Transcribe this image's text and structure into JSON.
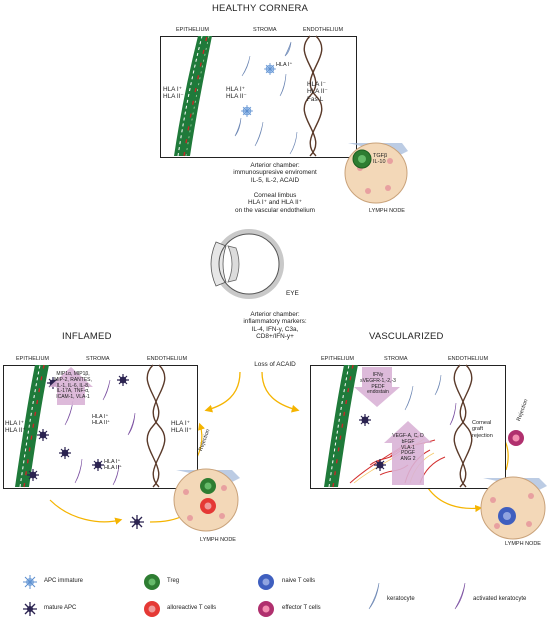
{
  "titles": {
    "healthy": "HEALTHY CORNERA",
    "inflamed": "INFLAMED",
    "vascularized": "VASCULARIZED"
  },
  "healthy": {
    "epithelium": "EPITHELIUM",
    "stroma": "STROMA",
    "endothelium": "ENDOTHELIUM",
    "hla_epi": [
      "HLA I⁺",
      "HLA II⁻"
    ],
    "hla_stroma_apc": "HLA I⁺",
    "hla_stroma": [
      "HLA I⁺",
      "HLA II⁻"
    ],
    "hla_endo": [
      "HLA I⁻",
      "HLA II⁻",
      "Fas-L"
    ],
    "lymph_node_cytokines": [
      "TGFβ",
      "IL-10"
    ],
    "lymph_node": "LYMPH NODE"
  },
  "center": {
    "ac_healthy": [
      "Arterior chamber:",
      "immunosupresive enviroment",
      "IL-5, IL-2, ACAID"
    ],
    "limbus": [
      "Corneal limbus",
      "HLA I⁺ and HLA II⁺",
      "on the vascular endothelium"
    ],
    "eye": "EYE",
    "ac_inflamed": [
      "Arterior chamber:",
      "inflammatory markers:",
      "IL-4, IFN-y, C3a,",
      "CD8+/IFN-y+"
    ],
    "loss": "Loss of ACAID"
  },
  "inflamed": {
    "epithelium": "EPITHELIUM",
    "stroma": "STROMA",
    "endothelium": "ENDOTHELIUM",
    "cytokines": [
      "MIP1α, MIP1β,",
      "MIP-2, RANTES,",
      "IL-1, IL-6, IL-8,",
      "IL-17A, TNF-α,",
      "ICAM-1, VLA-1"
    ],
    "hla_epi": [
      "HLA I⁺",
      "HLA II⁺"
    ],
    "hla_stroma_1": [
      "HLA I⁺",
      "HLA II⁺"
    ],
    "hla_stroma_2": [
      "HLA I⁺",
      "HLA II⁺"
    ],
    "hla_endo": [
      "HLA I⁺",
      "HLA II⁺"
    ],
    "rejection": "Rejection",
    "lymph_node": "LYMPH NODE"
  },
  "vascularized": {
    "epithelium": "EPITHELIUM",
    "stroma": "STROMA",
    "endothelium": "ENDOTHELIUM",
    "anti": [
      "IFNγ",
      "sVEGFR-1,-2,-3",
      "PEDF",
      "endostain"
    ],
    "pro": [
      "VEGF-A, C, D",
      "bFGF",
      "VLA-1",
      "PDGF",
      "ANG 2"
    ],
    "graft": [
      "Corneal",
      "graft",
      "rejection"
    ],
    "rejection": "Rejection",
    "lymph_node": "LYMPH NODE"
  },
  "legend": {
    "apc_immature": "APC immature",
    "mature_apc": "mature APC",
    "treg": "Treg",
    "alloreactive": "alloreactive T cells",
    "naive": "naive T cells",
    "effector": "effector T cells",
    "keratocyte": "keratocyte",
    "activated_keratocyte": "activated keratocyte"
  },
  "colors": {
    "epithelium_green": "#1f7a3a",
    "endothelium_brown": "#5a3a2a",
    "treg": "#2e7d32",
    "alloreactive": "#e53935",
    "naive": "#3f5fbf",
    "effector": "#b0306e",
    "arrow_orange": "#f5b400",
    "cytokine_arrow": "#d9b3d6",
    "lymph_node": "#f3d8b8"
  }
}
